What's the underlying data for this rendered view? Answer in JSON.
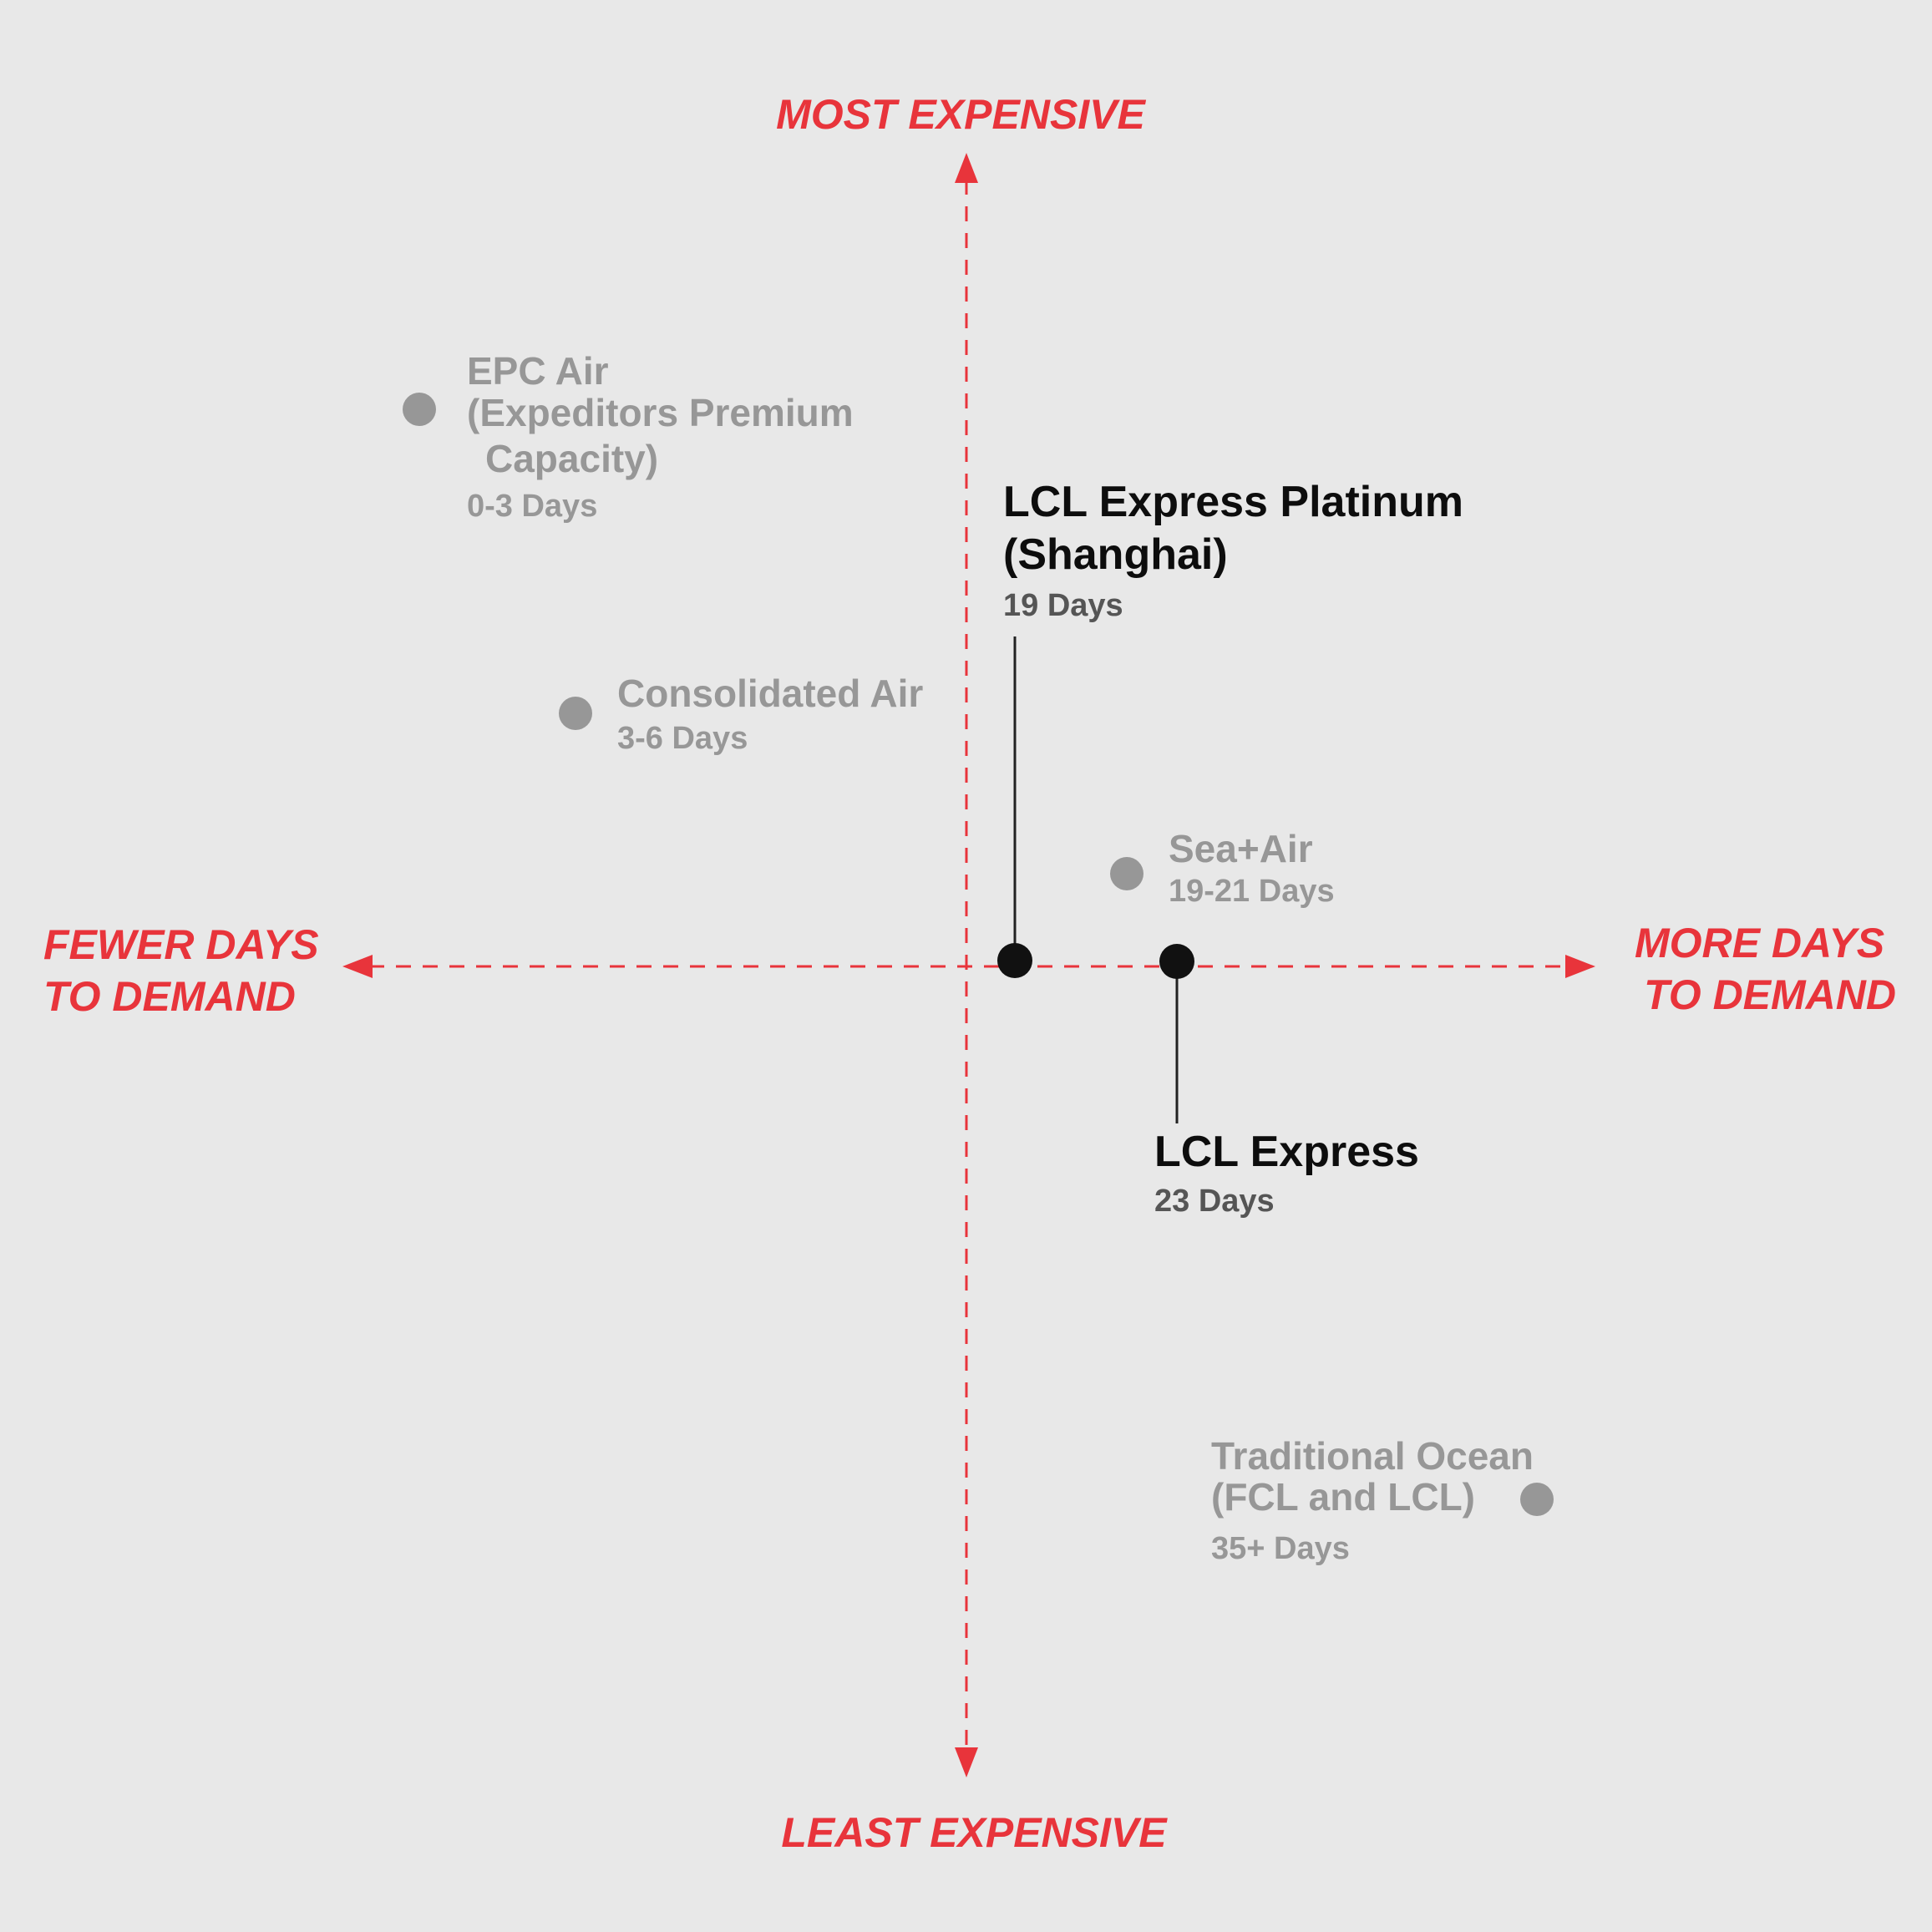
{
  "axes": {
    "top": "MOST EXPENSIVE",
    "bottom": "LEAST EXPENSIVE",
    "left": [
      "FEWER DAYS",
      "TO DEMAND"
    ],
    "right": [
      "MORE DAYS",
      "TO DEMAND"
    ]
  },
  "colors": {
    "accent": "#e8343b",
    "muted": "#979797",
    "highlight": "#111111",
    "background": "#e8e8e8"
  },
  "items": {
    "epc_air": {
      "name": [
        "EPC Air",
        "(Expeditors Premium",
        "Capacity)"
      ],
      "days": "0-3 Days",
      "highlighted": false
    },
    "consolidated_air": {
      "name": [
        "Consolidated Air"
      ],
      "days": "3-6 Days",
      "highlighted": false
    },
    "lcl_express_platinum": {
      "name": [
        "LCL Express Platinum",
        "(Shanghai)"
      ],
      "days": "19 Days",
      "highlighted": true
    },
    "sea_air": {
      "name": [
        "Sea+Air"
      ],
      "days": "19-21 Days",
      "highlighted": false
    },
    "lcl_express": {
      "name": [
        "LCL Express"
      ],
      "days": "23 Days",
      "highlighted": true
    },
    "traditional_ocean": {
      "name": [
        "Traditional Ocean",
        "(FCL and LCL)"
      ],
      "days": "35+ Days",
      "highlighted": false
    }
  }
}
